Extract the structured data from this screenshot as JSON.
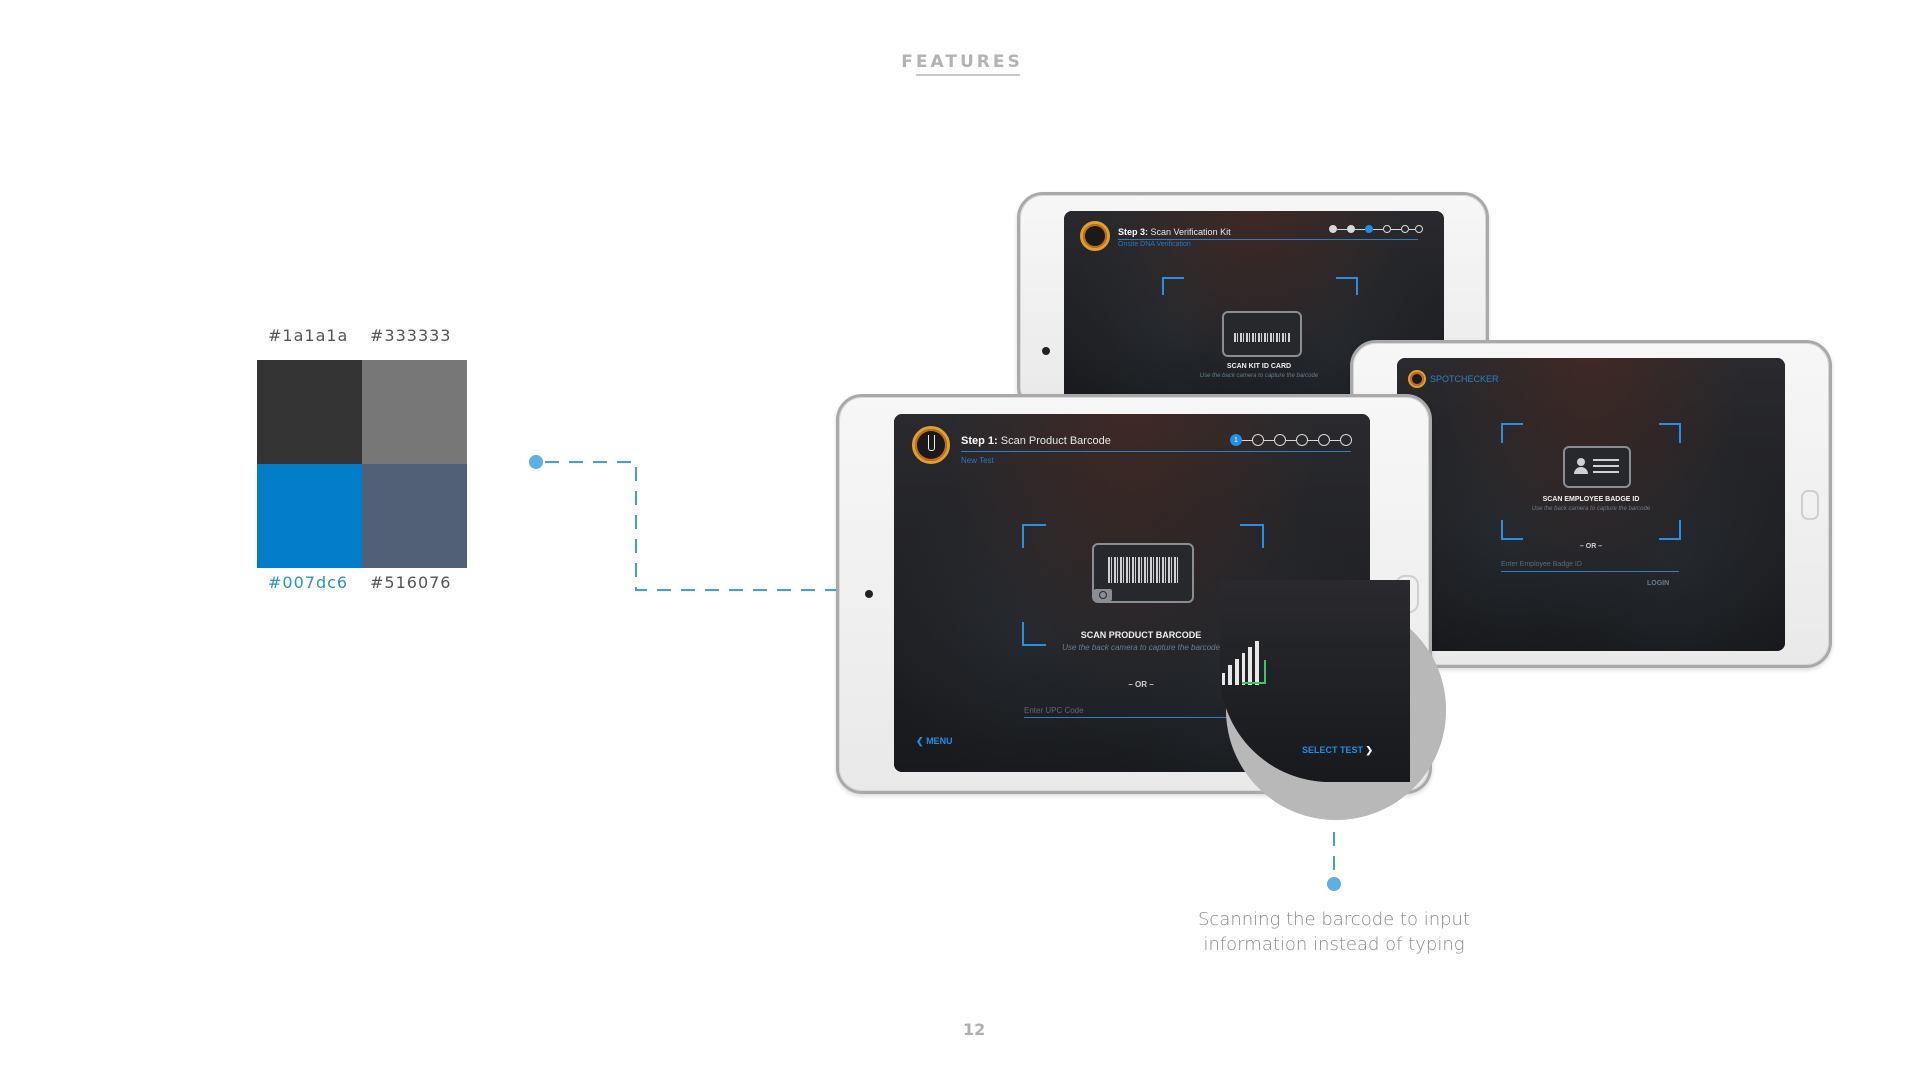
{
  "header": {
    "title": "FEATURES"
  },
  "palette": {
    "swatches": [
      {
        "label": "#1a1a1a",
        "color": "#333333"
      },
      {
        "label": "#333333",
        "color": "#777777"
      },
      {
        "label": "#007dc6",
        "color": "#007dc6"
      },
      {
        "label": "#516076",
        "color": "#516076"
      }
    ]
  },
  "tablet_back": {
    "step_prefix": "Step 3:",
    "step_title": "Scan Verification Kit",
    "subtitle": "Onsite DNA Verification",
    "scan_label": "SCAN KIT ID CARD",
    "scan_hint": "Use the back camera to capture the barcode"
  },
  "tablet_right": {
    "app_name": "SPOTCHECKER",
    "scan_label": "SCAN EMPLOYEE BADGE ID",
    "scan_hint": "Use the back camera to capture the barcode",
    "or_text": "– OR –",
    "field_placeholder": "Enter Employee Badge ID",
    "login_label": "LOGIN"
  },
  "tablet_front": {
    "step_prefix": "Step 1:",
    "step_title": "Scan Product Barcode",
    "subtitle": "New Test",
    "active_step": "1",
    "scan_label": "SCAN PRODUCT BARCODE",
    "scan_hint": "Use the back camera to capture the barcode",
    "or_text": "– OR –",
    "field_placeholder": "Enter UPC Code",
    "menu_label": "MENU",
    "select_label": "SELECT TEST"
  },
  "caption": {
    "line1": "Scanning the barcode to input",
    "line2": "information instead of typing"
  },
  "page_number": "12",
  "icons": [
    "test-tube-logo-icon",
    "camera-icon",
    "barcode-icon",
    "id-card-icon",
    "chevron-left-icon",
    "chevron-right-icon"
  ]
}
